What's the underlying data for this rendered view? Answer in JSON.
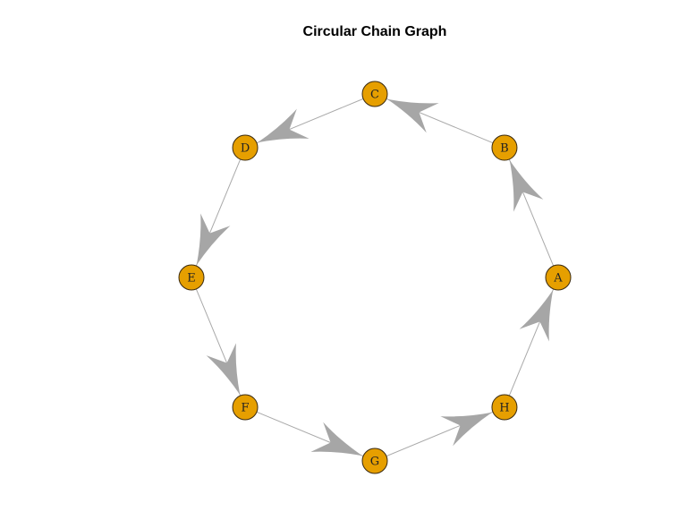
{
  "title": "Circular Chain Graph",
  "nodes": [
    "A",
    "B",
    "C",
    "D",
    "E",
    "F",
    "G",
    "H"
  ],
  "edges": [
    [
      "A",
      "B"
    ],
    [
      "B",
      "C"
    ],
    [
      "C",
      "D"
    ],
    [
      "D",
      "E"
    ],
    [
      "E",
      "F"
    ],
    [
      "F",
      "G"
    ],
    [
      "G",
      "H"
    ],
    [
      "H",
      "A"
    ]
  ],
  "colors": {
    "node_fill": "#E69F00",
    "node_border": "#3a2a10",
    "edge": "#A9A9A9",
    "arrow": "#A6A6A6"
  }
}
